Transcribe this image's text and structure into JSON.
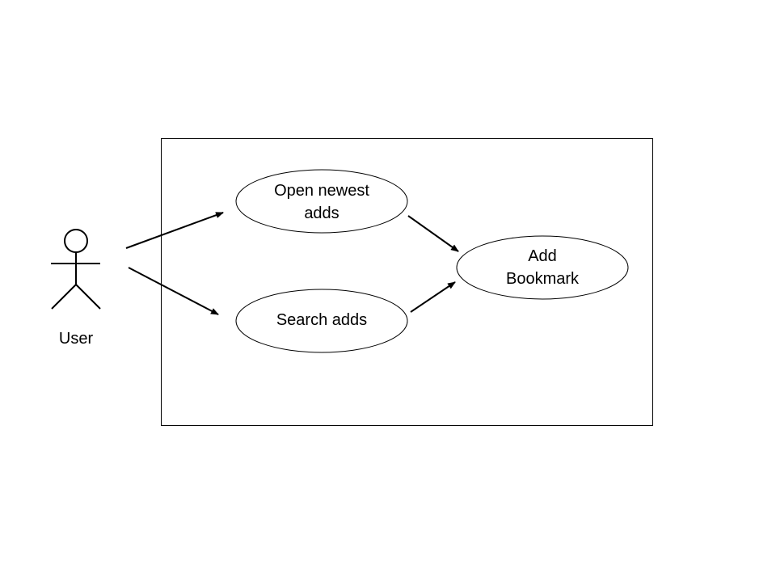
{
  "actor": {
    "name": "User"
  },
  "use_cases": {
    "open_newest_adds": {
      "line1": "Open newest",
      "line2": "adds"
    },
    "search_adds": {
      "line1": "Search adds"
    },
    "add_bookmark": {
      "line1": "Add",
      "line2": "Bookmark"
    }
  },
  "colors": {
    "stroke": "#000000",
    "background": "#ffffff"
  }
}
